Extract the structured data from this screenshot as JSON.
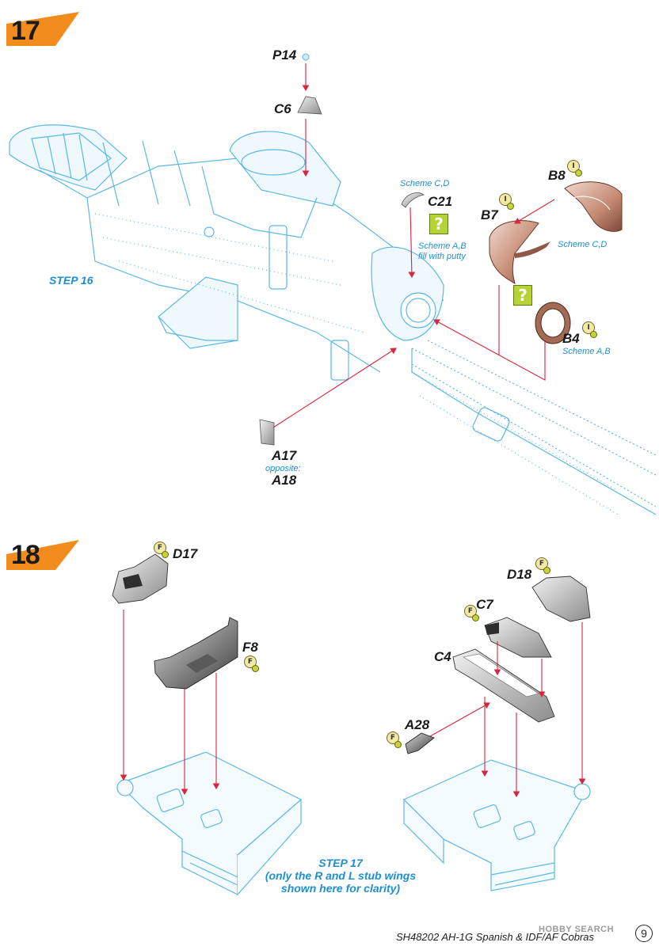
{
  "steps": {
    "step17": {
      "number": "17",
      "parts": {
        "p14": "P14",
        "c6": "C6",
        "c21": "C21",
        "b8": "B8",
        "b7": "B7",
        "b4": "B4",
        "a17": "A17",
        "a18": "A18"
      },
      "notes": {
        "scheme_cd_c21": "Scheme C,D",
        "scheme_ab_fill_line1": "Scheme A,B",
        "scheme_ab_fill_line2": "fill with putty",
        "scheme_cd_b": "Scheme C,D",
        "scheme_ab_b4": "Scheme A,B",
        "opposite": "opposite:"
      },
      "reference": "STEP 16",
      "question_mark": "?"
    },
    "step18": {
      "number": "18",
      "parts": {
        "d17": "D17",
        "f8": "F8",
        "d18": "D18",
        "c7": "C7",
        "c4": "C4",
        "a28": "A28"
      },
      "reference_line1": "STEP 17",
      "reference_line2": "(only the R and L stub wings",
      "reference_line3": "shown here for clarity)"
    }
  },
  "badges": {
    "i": "I",
    "f": "F"
  },
  "footer": {
    "title": "SH48202 AH-1G Spanish & IDF/AF Cobras",
    "watermark": "HOBBY SEARCH",
    "page": "9"
  },
  "colors": {
    "accent_orange": "#f28c1c",
    "line_blue": "#5bb8e6",
    "arrow_red": "#d7263d",
    "note_blue": "#1e8fd0",
    "question_green": "#b5d334"
  }
}
